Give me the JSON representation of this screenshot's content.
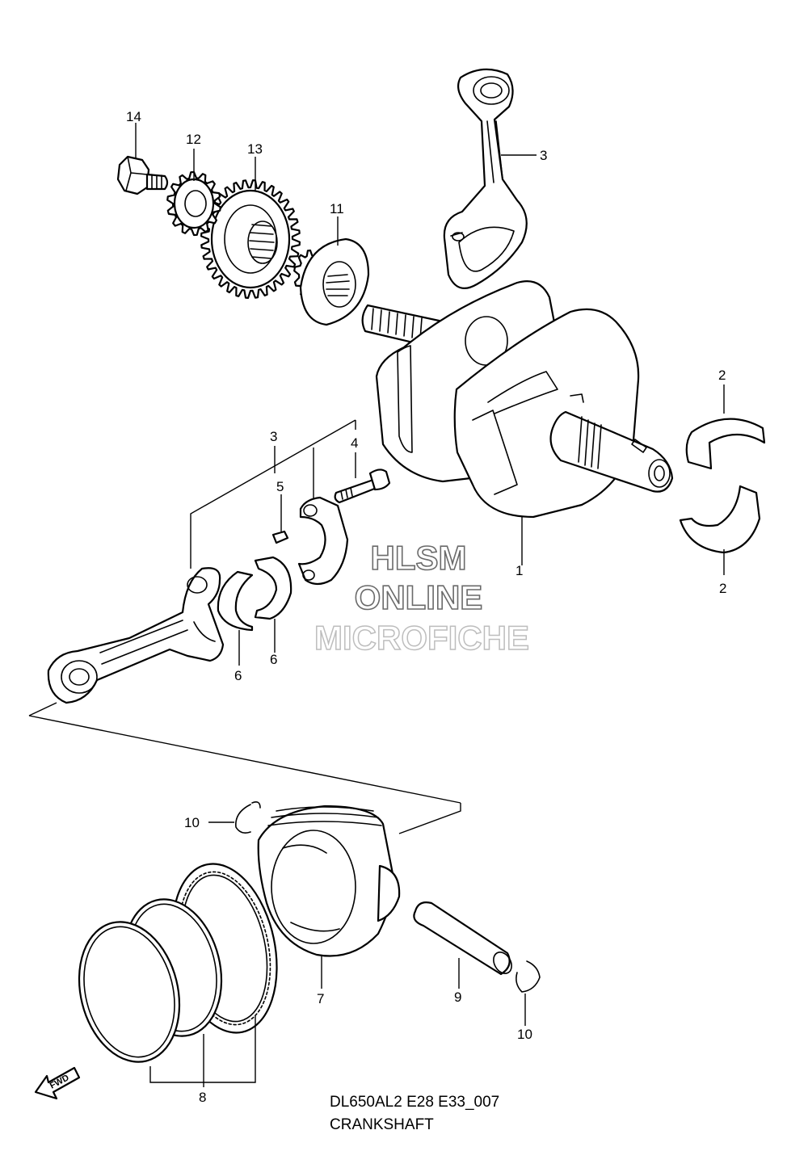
{
  "callouts": [
    "1",
    "2",
    "2",
    "3",
    "3",
    "4",
    "5",
    "6",
    "6",
    "7",
    "8",
    "9",
    "10",
    "10",
    "11",
    "12",
    "13",
    "14"
  ],
  "caption": {
    "code": "DL650AL2 E28 E33_007",
    "title": "CRANKSHAFT"
  },
  "watermark": {
    "line1": "HLSM",
    "line2": "ONLINE",
    "line3": "MICROFICHE"
  },
  "fwd_label": "FWD"
}
